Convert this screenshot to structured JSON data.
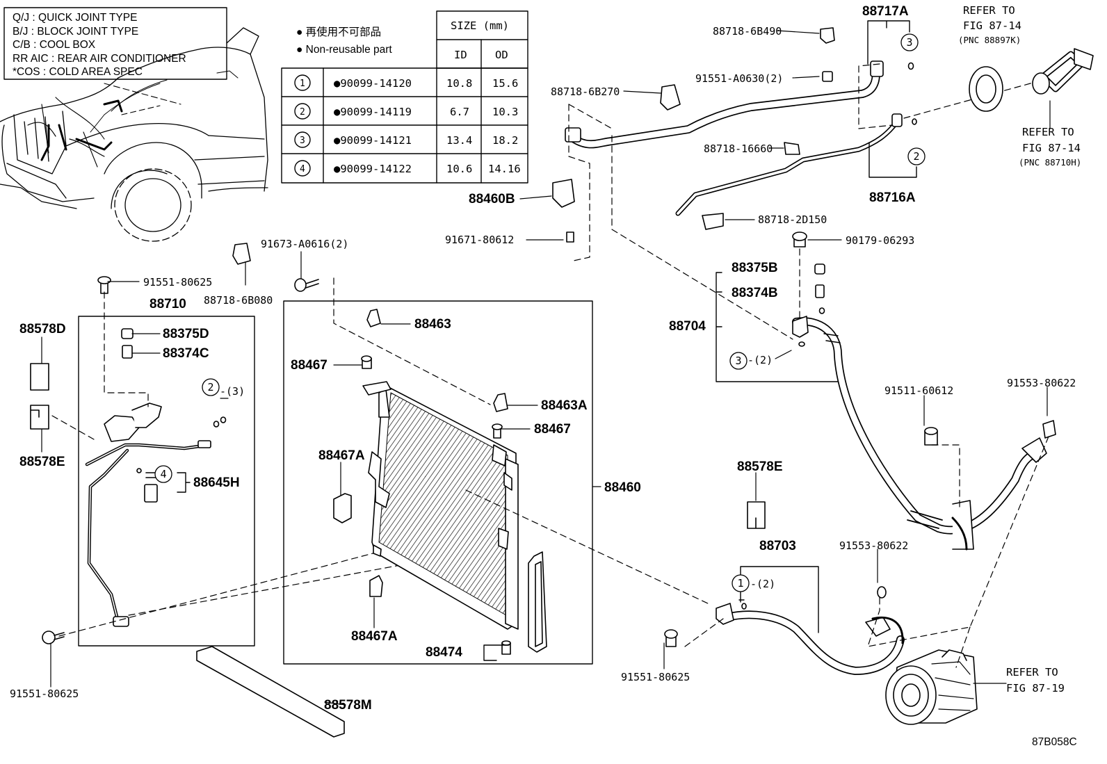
{
  "legend": [
    "Q/J : QUICK JOINT TYPE",
    "B/J : BLOCK JOINT TYPE",
    "C/B : COOL BOX",
    "RR AIC : REAR AIR CONDITIONER",
    "*COS : COLD AREA SPEC"
  ],
  "table": {
    "note_jp": "● 再使用不可部品",
    "note_en": "● Non-reusable part",
    "size_header": "SIZE (mm)",
    "id_header": "ID",
    "od_header": "OD",
    "rows": [
      {
        "num": "1",
        "part": "●90099-14120",
        "id": "10.8",
        "od": "15.6"
      },
      {
        "num": "2",
        "part": "●90099-14119",
        "id": "6.7",
        "od": "10.3"
      },
      {
        "num": "3",
        "part": "●90099-14121",
        "id": "13.4",
        "od": "18.2"
      },
      {
        "num": "4",
        "part": "●90099-14122",
        "id": "10.6",
        "od": "14.16"
      }
    ]
  },
  "parts": {
    "p88717A": "88717A",
    "p88718_6B490": "88718-6B490",
    "p91551_A0630": "91551-A0630(2)",
    "p88718_6B270": "88718-6B270",
    "p88718_16660": "88718-16660",
    "p88716A": "88716A",
    "p88718_2D150": "88718-2D150",
    "p88460B": "88460B",
    "p91671_80612": "91671-80612",
    "p91673_A0616": "91673-A0616(2)",
    "p88718_6B080": "88718-6B080",
    "p91551_80625_a": "91551-80625",
    "p88710": "88710",
    "p88578D": "88578D",
    "p88375D": "88375D",
    "p88374C": "88374C",
    "p88578E_a": "88578E",
    "p88645H": "88645H",
    "c2_3": "-(3)",
    "p91551_80625_b": "91551-80625",
    "p88463": "88463",
    "p88467_a": "88467",
    "p88463A": "88463A",
    "p88467_b": "88467",
    "p88467A_a": "88467A",
    "p88460": "88460",
    "p88467A_b": "88467A",
    "p88474": "88474",
    "p88578M": "88578M",
    "p90179_06293": "90179-06293",
    "p88375B": "88375B",
    "p88374B": "88374B",
    "p88704": "88704",
    "c3_2": "-(2)",
    "p91511_60612": "91511-60612",
    "p91553_80622_a": "91553-80622",
    "p88578E_b": "88578E",
    "p88703": "88703",
    "c1_2": "-(2)",
    "p91553_80622_b": "91553-80622",
    "p91551_80625_c": "91551-80625",
    "fig_code": "87B058C"
  },
  "refs": {
    "ref1_a": "REFER TO",
    "ref1_b": "FIG 87-14",
    "ref1_c": "(PNC 88897K)",
    "ref2_a": "REFER TO",
    "ref2_b": "FIG 87-14",
    "ref2_c": "(PNC 88710H)",
    "ref3_a": "REFER TO",
    "ref3_b": "FIG 87-19"
  },
  "circles": {
    "c3_top": "3",
    "c2_top": "2",
    "c2_left": "2",
    "c4_left": "4",
    "c3_mid": "3",
    "c1_bot": "1"
  }
}
